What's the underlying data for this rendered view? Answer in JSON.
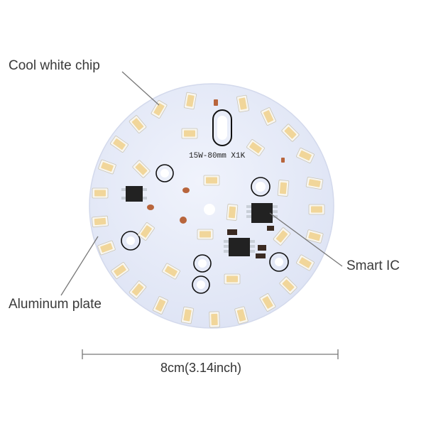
{
  "labels": {
    "chip": "Cool white chip",
    "plate": "Aluminum plate",
    "ic": "Smart IC",
    "dimension": "8cm(3.14inch)",
    "silkscreen": "15W-80mm  X1K"
  },
  "colors": {
    "plate": "#e8ecf8",
    "plate_edge": "#d3d9ec",
    "led_body": "#f8f6ef",
    "led_phosphor": "#f1d69a",
    "ic_body": "#222222",
    "pad": "#b8653c",
    "leader": "#777777"
  }
}
